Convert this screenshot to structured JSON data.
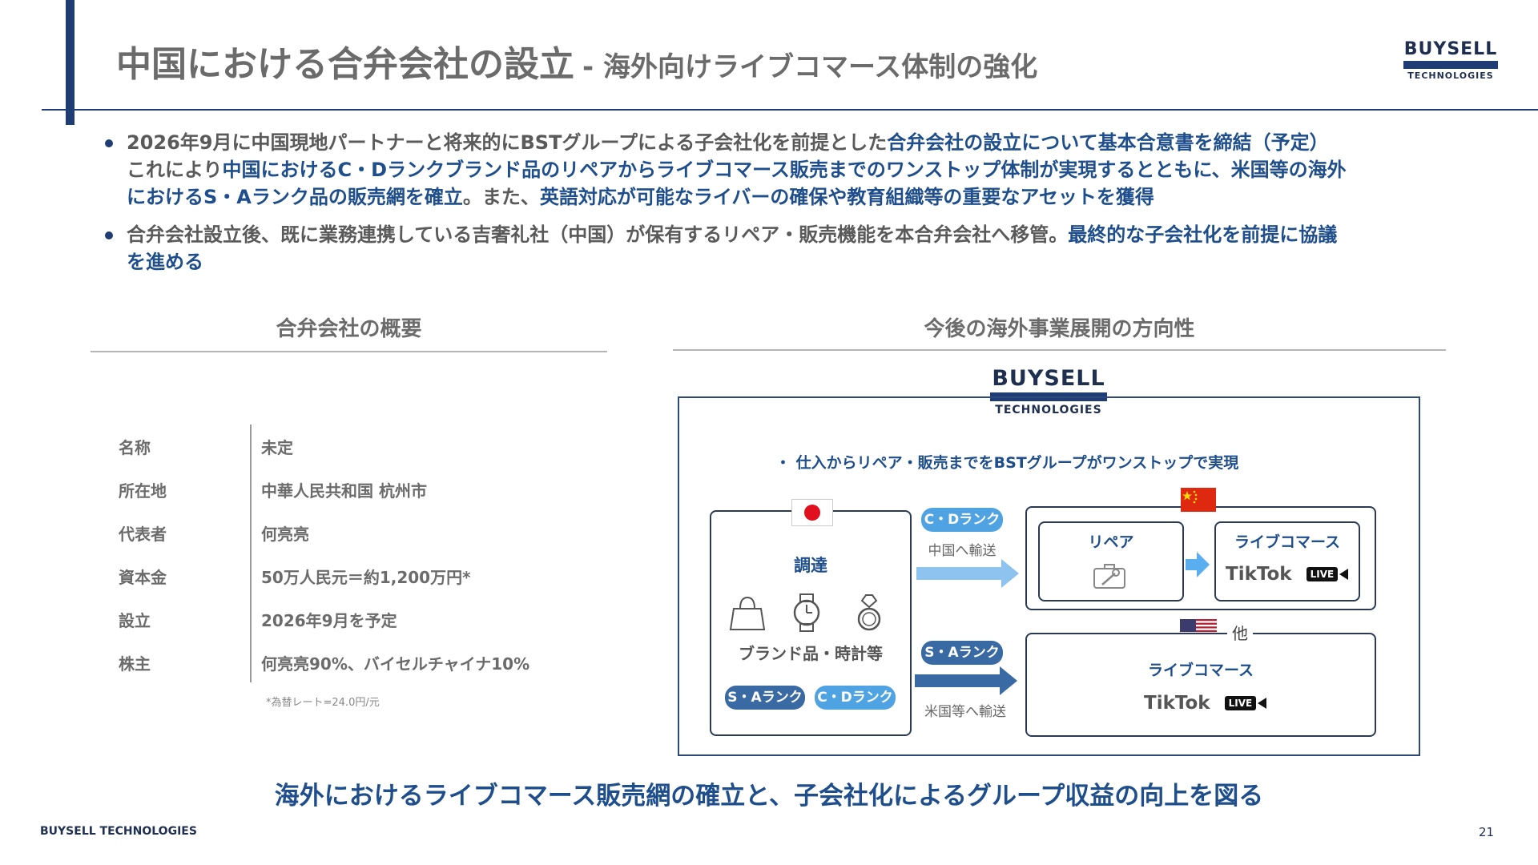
{
  "header": {
    "title": "中国における合弁会社の設立",
    "subtitle": "- 海外向けライブコマース体制の強化",
    "logo_top": "BUYSELL",
    "logo_bottom": "TECHNOLOGIES"
  },
  "bullets": [
    {
      "line1_a": "2026年9月に中国現地パートナーと将来的にBSTグループによる子会社化を前提とした",
      "line1_b": "合弁会社の設立について基本合意書を締結（予定）",
      "line2_a": "これにより",
      "line2_b": "中国におけるC・Dランクブランド品のリペアからライブコマース販売までのワンストップ体制が実現するとともに、米国等の海外",
      "line3_a": "におけるS・Aランク品の販売網を確立",
      "line3_b": "。また、",
      "line3_c": "英語対応が可能なライバーの確保や教育組織等の重要なアセットを獲得"
    },
    {
      "line1_a": "合弁会社設立後、既に業務連携している吉奢礼社（中国）が保有するリペア・販売機能を本合弁会社へ移管。",
      "line1_b": "最終的な子会社化を前提に協議",
      "line2_b": "を進める"
    }
  ],
  "left_section": {
    "title": "合弁会社の概要",
    "rows": [
      {
        "label": "名称",
        "value": "未定"
      },
      {
        "label": "所在地",
        "value": "中華人民共和国 杭州市"
      },
      {
        "label": "代表者",
        "value": "何亮亮"
      },
      {
        "label": "資本金",
        "value": "50万人民元＝約1,200万円*"
      },
      {
        "label": "設立",
        "value": "2026年9月を予定"
      },
      {
        "label": "株主",
        "value": "何亮亮90%、バイセルチャイナ10%"
      }
    ],
    "note": "*為替レート=24.0円/元"
  },
  "right_section": {
    "title": "今後の海外事業展開の方向性",
    "logo_top": "BUYSELL",
    "logo_bottom": "TECHNOLOGIES",
    "bullet": "・ 仕入からリペア・販売までをBSTグループがワンストップで実現",
    "procurement": {
      "title": "調達",
      "caption": "ブランド品・時計等",
      "pill_sa": "S・Aランク",
      "pill_cd": "C・Dランク"
    },
    "arrow_top": {
      "pill": "C・Dランク",
      "caption": "中国へ輸送"
    },
    "arrow_bottom": {
      "pill": "S・Aランク",
      "caption": "米国等へ輸送"
    },
    "china_box": {
      "repair_label": "リペア",
      "live_label": "ライブコマース",
      "platform": "TikTok",
      "live_badge": "LIVE"
    },
    "us_box": {
      "others": "他",
      "live_label": "ライブコマース",
      "platform": "TikTok",
      "live_badge": "LIVE"
    }
  },
  "conclusion": "海外におけるライブコマース販売網の確立と、子会社化によるグループ収益の向上を図る",
  "footer": {
    "brand": "BUYSELL TECHNOLOGIES",
    "page": "21"
  },
  "colors": {
    "navy": "#1f3d74",
    "accent_blue": "#1f4e8c",
    "sky": "#4fa3e3",
    "arrow_blue": "#3a6aa3"
  }
}
